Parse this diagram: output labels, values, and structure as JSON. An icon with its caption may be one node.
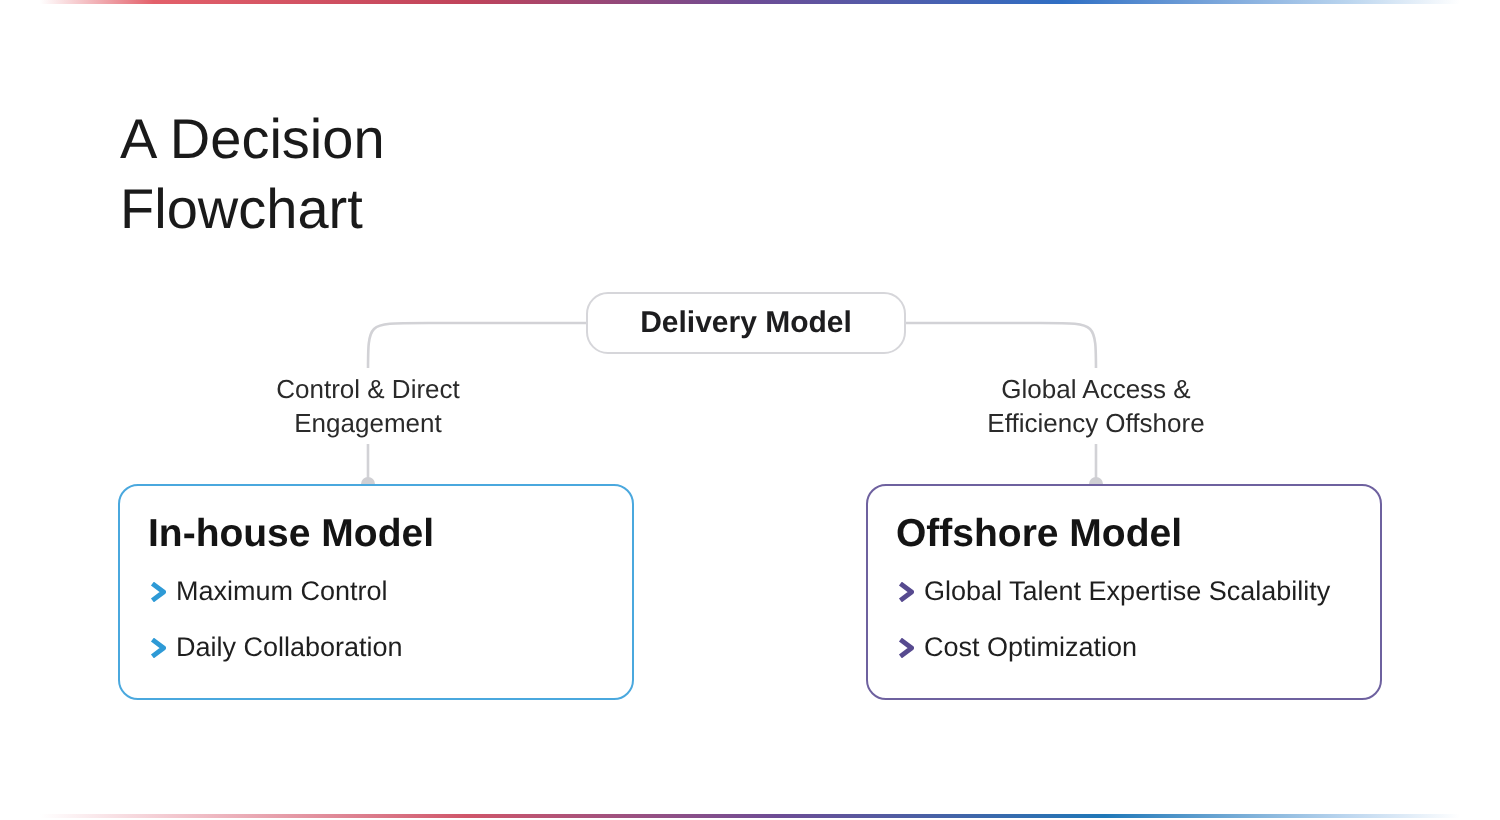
{
  "diagram": {
    "title": "A Decision Flowchart",
    "nodes": [
      {
        "text": [
          "Delivery Model"
        ]
      },
      {
        "text": [
          "In-house Model",
          "Maximum Control",
          "Daily Collaboration"
        ]
      },
      {
        "text": [
          "Offshore Model",
          "Global Talent Expertise Scalability",
          "Cost Optimization"
        ]
      }
    ],
    "edges": [
      {
        "from": 0,
        "to": 1,
        "arrow": "other",
        "label": "Control & Direct Engagement"
      },
      {
        "from": 0,
        "to": 2,
        "arrow": "other",
        "label": "Global Access & Efficiency Offshore"
      }
    ]
  }
}
